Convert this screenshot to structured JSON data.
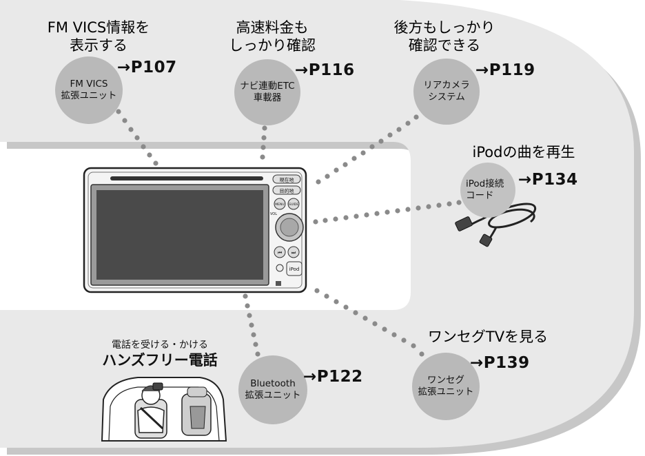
{
  "features": {
    "fmvics": {
      "heading": [
        "FM VICS情報を",
        "表示する"
      ],
      "circle": [
        "FM VICS",
        "拡張ユニット"
      ],
      "page_ref": "→P107"
    },
    "etc": {
      "heading": [
        "高速料金も",
        "しっかり確認"
      ],
      "circle": [
        "ナビ連動ETC",
        "車載器"
      ],
      "page_ref": "→P116"
    },
    "camera": {
      "heading": [
        "後方もしっかり",
        "確認できる"
      ],
      "circle": [
        "リアカメラ",
        "システム"
      ],
      "page_ref": "→P119"
    },
    "ipod": {
      "heading": [
        "iPodの曲を再生"
      ],
      "circle": [
        "iPod接続",
        "コード"
      ],
      "page_ref": "→P134"
    },
    "bluetooth": {
      "heading_small": "電話を受ける・かける",
      "heading_large": "ハンズフリー電話",
      "circle": [
        "Bluetooth",
        "拡張ユニット"
      ],
      "page_ref": "→P122"
    },
    "oneseg": {
      "heading": [
        "ワンセグTVを見る"
      ],
      "circle": [
        "ワンセグ",
        "拡張ユニット"
      ],
      "page_ref": "→P139"
    }
  },
  "navi_unit": {
    "buttons": {
      "genzaichi": "現在地",
      "mokutekichi": "目的地",
      "menu": "MENU",
      "guide": "GUIDE",
      "vol": "VOL",
      "ipod": "iPod"
    }
  },
  "colors": {
    "band": "#e9e9e9",
    "band_shadow": "#c7c7c7",
    "circle": "#b9b9b9",
    "dots": "#8a8a8a"
  }
}
